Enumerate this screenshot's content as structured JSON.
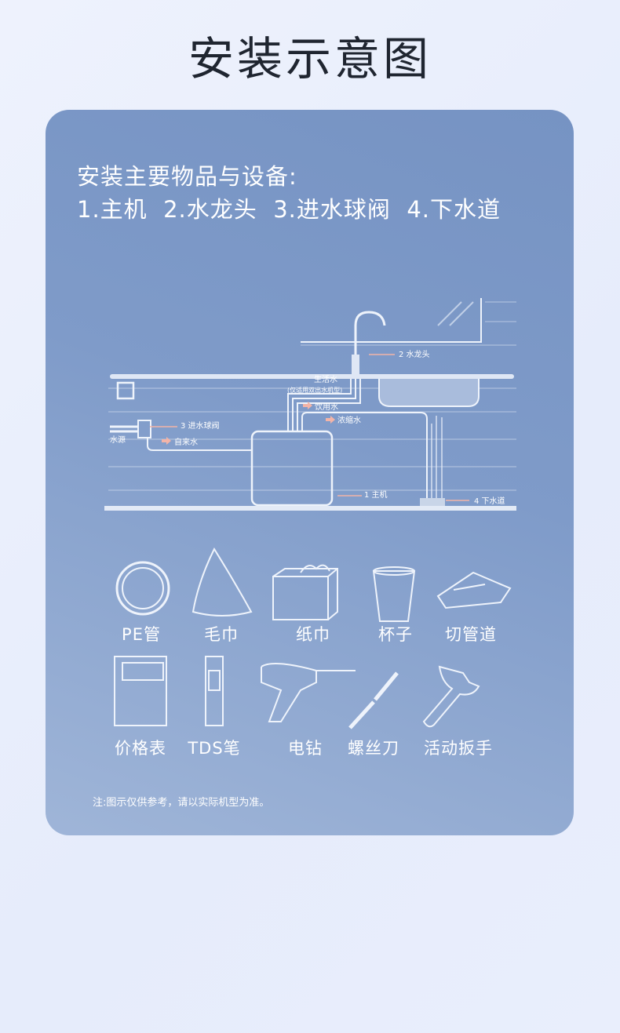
{
  "title": "安装示意图",
  "intro": {
    "line1": "安装主要物品与设备:",
    "line2": "1.主机  2.水龙头  3.进水球阀  4.下水道"
  },
  "diagram": {
    "faucet": "2 水龙头",
    "domestic_water": "生活水",
    "domestic_note": "(仅适用双出水机型)",
    "drinking_water": "饮用水",
    "concentrate": "浓缩水",
    "valve": "3 进水球阀",
    "water_source": "水源",
    "tap_water": "自来水",
    "host": "1 主机",
    "drain": "4 下水道"
  },
  "tools": [
    {
      "icon": "pe-tube-icon",
      "label": "PE管"
    },
    {
      "icon": "towel-icon",
      "label": "毛巾"
    },
    {
      "icon": "tissue-box-icon",
      "label": "纸巾"
    },
    {
      "icon": "cup-icon",
      "label": "杯子"
    },
    {
      "icon": "pipe-cutter-icon",
      "label": "切管道"
    },
    {
      "icon": "price-list-icon",
      "label": "价格表"
    },
    {
      "icon": "tds-pen-icon",
      "label": "TDS笔"
    },
    {
      "icon": "drill-icon",
      "label": "电钻"
    },
    {
      "icon": "screwdriver-icon",
      "label": "螺丝刀"
    },
    {
      "icon": "wrench-icon",
      "label": "活动扳手"
    }
  ],
  "note": "注:图示仅供参考，请以实际机型为准。",
  "colors": {
    "background": "#e8eefc",
    "card": "#7b97c4",
    "arrow": "#f2b4a8"
  }
}
